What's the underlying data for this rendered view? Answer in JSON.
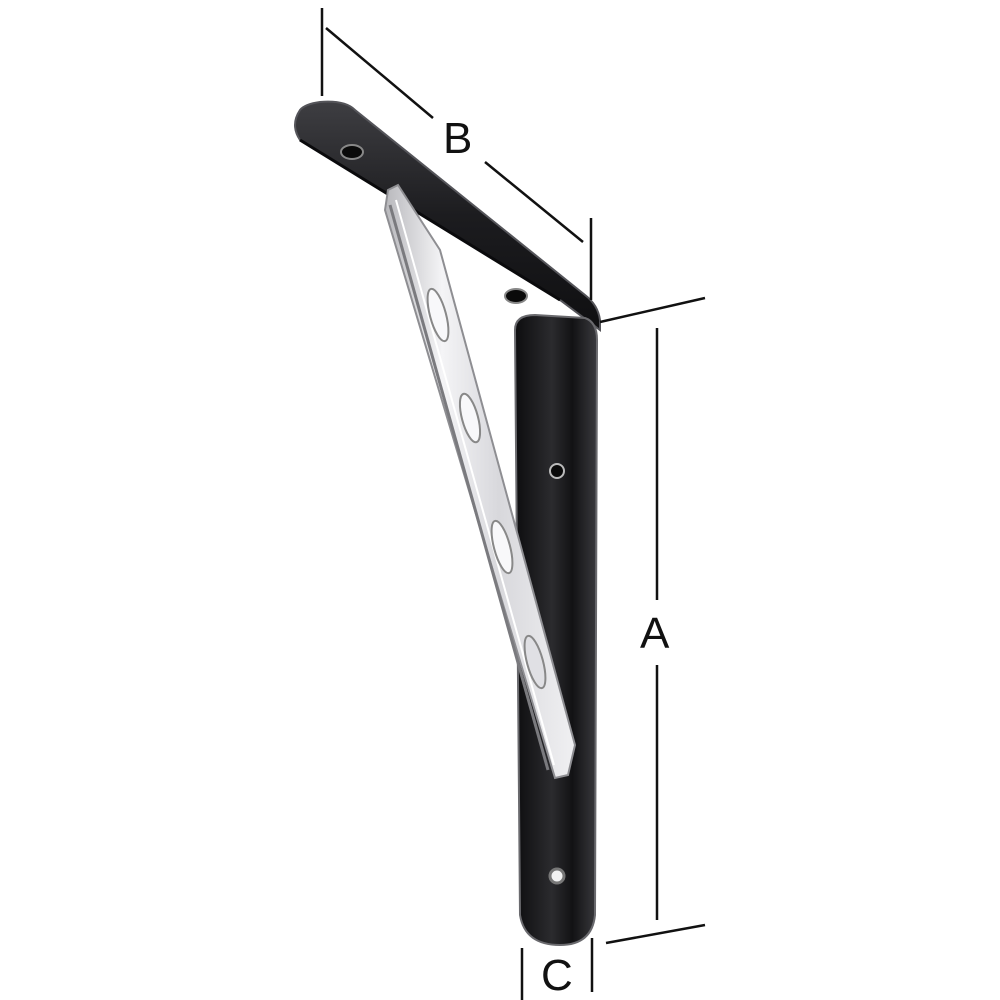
{
  "diagram": {
    "subject": "shelf bracket",
    "colors": {
      "background": "#ffffff",
      "bracket_black": "#1a1a1c",
      "bracket_highlight": "#4a4a4e",
      "strut_chrome": "#e6e6e8",
      "strut_edge": "#9a9a9e",
      "dimension_line": "#111111"
    },
    "dimensions": {
      "a": {
        "label": "A"
      },
      "b": {
        "label": "B"
      },
      "c": {
        "label": "C"
      }
    }
  }
}
